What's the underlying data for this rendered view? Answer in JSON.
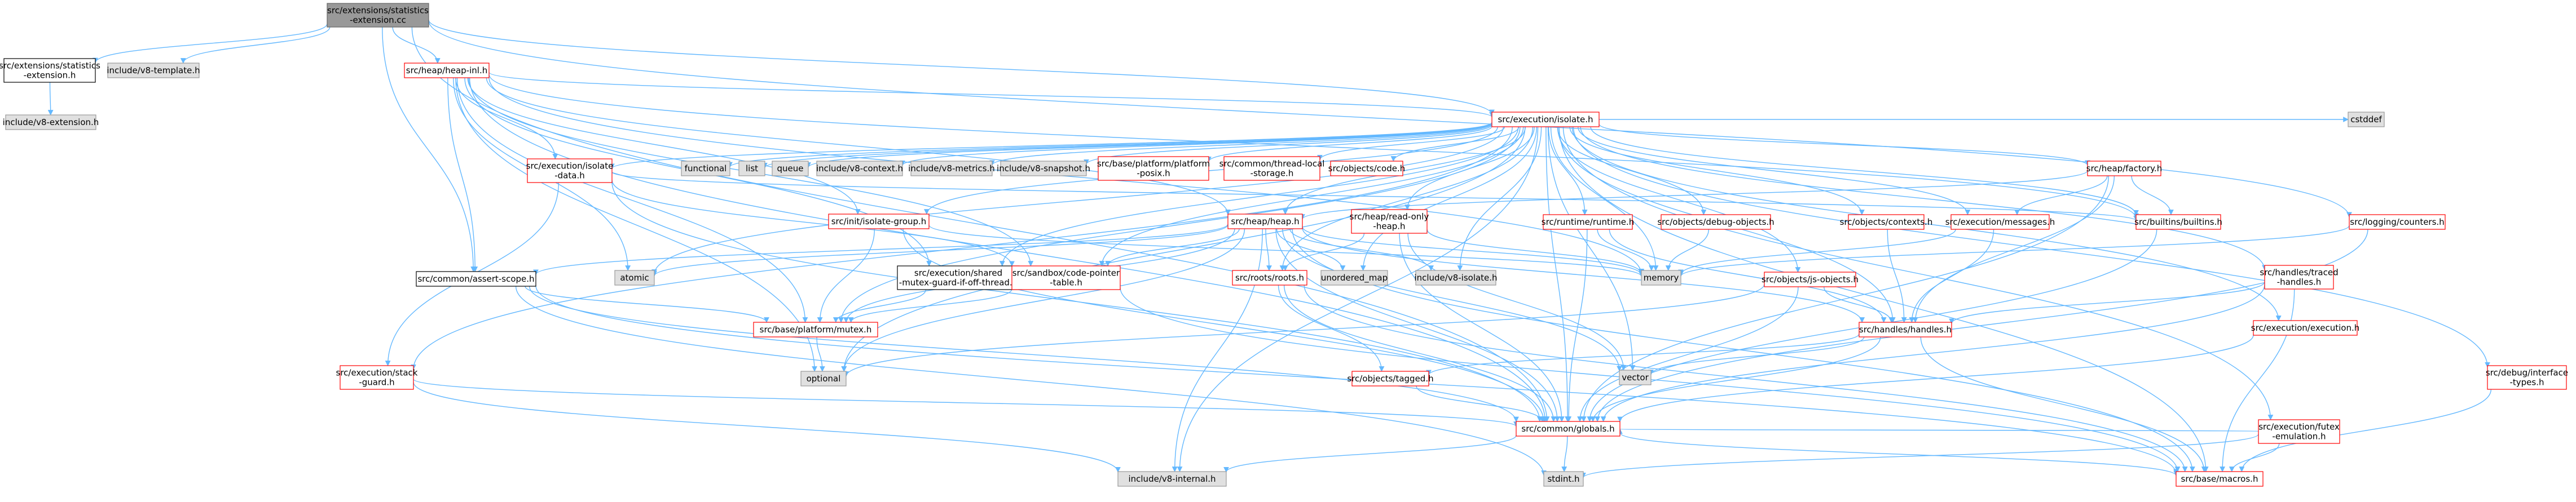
{
  "colors": {
    "edge": "#63b8ff",
    "main_fill": "#999999",
    "main_border": "#666666",
    "red_border": "#ff0000",
    "gray_fill": "#e0e0e0",
    "gray_border": "#999999",
    "black_border": "#000000",
    "text": "#000000"
  },
  "nodes": {
    "n0": [
      "src/extensions/statistics",
      "-extension.cc"
    ],
    "n1": [
      "src/extensions/statistics",
      "-extension.h"
    ],
    "n2": [
      "include/v8-extension.h"
    ],
    "n3": [
      "include/v8-template.h"
    ],
    "n4": [
      "src/heap/heap-inl.h"
    ],
    "n5": [
      "src/execution/isolate.h"
    ],
    "n6": [
      "src/logging/counters.h"
    ],
    "n7": [
      "src/execution/isolate",
      "-data.h"
    ],
    "n8": [
      "src/common/assert-scope.h"
    ],
    "n9": [
      "src/base/platform/mutex.h"
    ],
    "n10": [
      "optional"
    ],
    "n11": [
      "atomic"
    ],
    "n12": [
      "src/execution/stack",
      "-guard.h"
    ],
    "n13": [
      "src/common/globals.h"
    ],
    "n14": [
      "include/v8-internal.h"
    ],
    "n15": [
      "stdint.h"
    ],
    "n16": [
      "src/base/macros.h"
    ],
    "n17": [
      "functional"
    ],
    "n18": [
      "list"
    ],
    "n19": [
      "queue"
    ],
    "n20": [
      "include/v8-context.h"
    ],
    "n21": [
      "include/v8-metrics.h"
    ],
    "n22": [
      "include/v8-snapshot.h"
    ],
    "n23": [
      "src/base/platform/platform",
      "-posix.h"
    ],
    "n24": [
      "src/common/thread-local",
      "-storage.h"
    ],
    "n25": [
      "src/objects/code.h"
    ],
    "n26": [
      "src/init/isolate-group.h"
    ],
    "n27": [
      "src/heap/heap.h"
    ],
    "n28": [
      "src/heap/read-only",
      "-heap.h"
    ],
    "n29": [
      "src/execution/shared",
      "-mutex-guard-if-off-thread.h"
    ],
    "n30": [
      "src/sandbox/code-pointer",
      "-table.h"
    ],
    "n31": [
      "src/roots/roots.h"
    ],
    "n32": [
      "unordered_map"
    ],
    "n33": [
      "include/v8-isolate.h"
    ],
    "n34": [
      "memory"
    ],
    "n35": [
      "vector"
    ],
    "n36": [
      "src/objects/tagged.h"
    ],
    "n37": [
      "src/runtime/runtime.h"
    ],
    "n38": [
      "src/objects/debug-objects.h"
    ],
    "n39": [
      "src/objects/js-objects.h"
    ],
    "n40": [
      "src/objects/contexts.h"
    ],
    "n41": [
      "src/heap/factory.h"
    ],
    "n42": [
      "src/execution/messages.h"
    ],
    "n43": [
      "src/builtins/builtins.h"
    ],
    "n44": [
      "src/handles/handles.h"
    ],
    "n45": [
      "src/handles/traced",
      "-handles.h"
    ],
    "n46": [
      "src/execution/execution.h"
    ],
    "n47": [
      "src/execution/futex",
      "-emulation.h"
    ],
    "n48": [
      "src/debug/interface",
      "-types.h"
    ],
    "n49": [
      "cstddef"
    ]
  }
}
